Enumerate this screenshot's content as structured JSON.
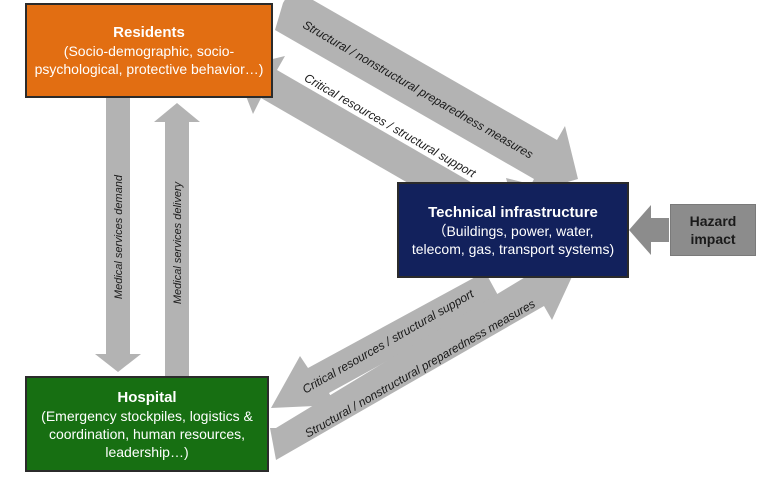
{
  "nodes": {
    "residents": {
      "title": "Residents",
      "desc": "(Socio-demographic, socio-psychological, protective behavior…)",
      "color": "#E26E12"
    },
    "infra": {
      "title": "Technical infrastructure",
      "desc": "（Buildings, power, water, telecom, gas, transport systems)",
      "color": "#12215C"
    },
    "hospital": {
      "title": "Hospital",
      "desc": "(Emergency stockpiles, logistics & coordination, human resources, leadership…)",
      "color": "#176F12"
    },
    "hazard": {
      "label": "Hazard impact",
      "color": "#8C8C8C"
    }
  },
  "arrows": {
    "residents_to_infra": "Structural / nonstructural preparedness measures",
    "infra_to_residents": "Critical resources / structural support",
    "hospital_to_infra": "Structural / nonstructural preparedness measures",
    "infra_to_hospital": "Critical resources / structural support",
    "residents_to_hospital": "Medical services demand",
    "hospital_to_residents": "Medical services delivery"
  },
  "arrow_color": "#B3B3B3"
}
